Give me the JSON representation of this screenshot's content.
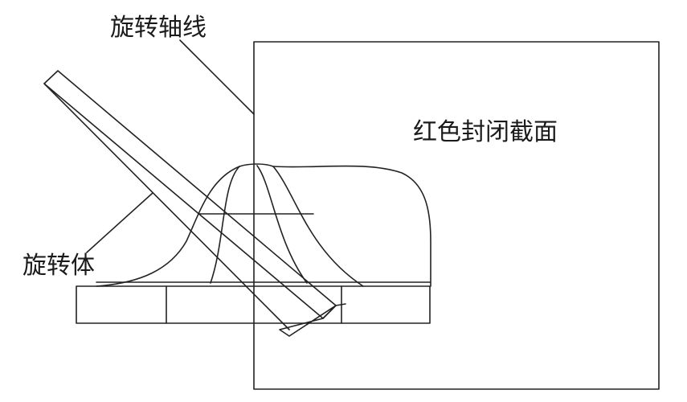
{
  "labels": {
    "rotation_axis": "旋转轴线",
    "red_closed_section": "红色封闭截面",
    "rotation_body": "旋转体"
  },
  "colors": {
    "line": "#222222",
    "text": "#1a1a1a",
    "background": "#ffffff"
  }
}
